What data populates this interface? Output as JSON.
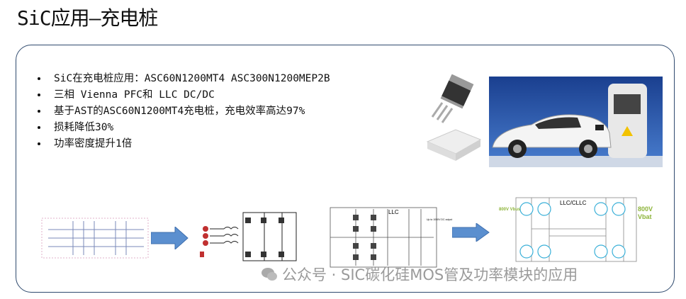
{
  "title": "SiC应用—充电桩",
  "bullets": [
    "SiC在充电桩应用：ASC60N1200MT4 ASC300N1200MEP2B",
    "三相 Vienna PFC和 LLC  DC/DC",
    "基于AST的ASC60N1200MT4充电桩，充电效率高达97%",
    "损耗降低30%",
    "功率密度提升1倍"
  ],
  "diagrams": {
    "llc_label": "LLC",
    "llc_output": "Up to 1000V DC output",
    "cllc_label": "LLC/CLLC",
    "vbus": "800V Vbus",
    "vbat": "800V Vbat"
  },
  "watermark": "公众号 · SIC碳化硅MOS管及功率模块的应用",
  "colors": {
    "border": "#2f4a6e",
    "arrow": "#5b8fcf",
    "mosfet": "#3ab0d8",
    "voltage": "#8db43a"
  }
}
